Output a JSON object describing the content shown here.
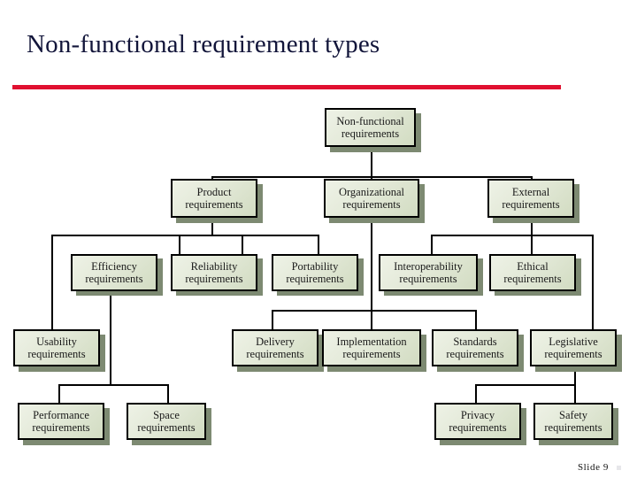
{
  "slide": {
    "title": "Non-functional requirement types",
    "footer_label": "Slide  9",
    "footer_bullet_icon": "square-bullet-icon",
    "accent_rule_color": "#e01030",
    "title_color": "#12153a",
    "node_fill_color": "#e3e9d8",
    "node_border_color": "#000000",
    "node_shadow_color": "#7d8a72",
    "connector_color": "#000000"
  },
  "chart_data": {
    "type": "tree",
    "title": "Non-functional requirement types",
    "root": "Non-functional requirements",
    "levels": 5,
    "edges": [
      [
        "Non-functional requirements",
        "Product requirements"
      ],
      [
        "Non-functional requirements",
        "Organizational requirements"
      ],
      [
        "Non-functional requirements",
        "External requirements"
      ],
      [
        "Product requirements",
        "Efficiency requirements"
      ],
      [
        "Product requirements",
        "Reliability requirements"
      ],
      [
        "Product requirements",
        "Portability requirements"
      ],
      [
        "Product requirements",
        "Usability requirements"
      ],
      [
        "Efficiency requirements",
        "Performance requirements"
      ],
      [
        "Efficiency requirements",
        "Space requirements"
      ],
      [
        "Organizational requirements",
        "Delivery requirements"
      ],
      [
        "Organizational requirements",
        "Implementation requirements"
      ],
      [
        "Organizational requirements",
        "Standards requirements"
      ],
      [
        "External requirements",
        "Interoperability requirements"
      ],
      [
        "External requirements",
        "Ethical requirements"
      ],
      [
        "External requirements",
        "Legislative requirements"
      ],
      [
        "Legislative requirements",
        "Privacy requirements"
      ],
      [
        "Legislative requirements",
        "Safety requirements"
      ]
    ]
  },
  "nodes": {
    "root": {
      "line1": "Non-functional",
      "line2": "requirements"
    },
    "product": {
      "line1": "Product",
      "line2": "requirements"
    },
    "organizational": {
      "line1": "Organizational",
      "line2": "requirements"
    },
    "external": {
      "line1": "External",
      "line2": "requirements"
    },
    "efficiency": {
      "line1": "Efficiency",
      "line2": "requirements"
    },
    "reliability": {
      "line1": "Reliability",
      "line2": "requirements"
    },
    "portability": {
      "line1": "Portability",
      "line2": "requirements"
    },
    "interoperability": {
      "line1": "Interoperability",
      "line2": "requirements"
    },
    "ethical": {
      "line1": "Ethical",
      "line2": "requirements"
    },
    "usability": {
      "line1": "Usability",
      "line2": "requirements"
    },
    "delivery": {
      "line1": "Delivery",
      "line2": "requirements"
    },
    "implementation": {
      "line1": "Implementation",
      "line2": "requirements"
    },
    "standards": {
      "line1": "Standards",
      "line2": "requirements"
    },
    "legislative": {
      "line1": "Legislative",
      "line2": "requirements"
    },
    "performance": {
      "line1": "Performance",
      "line2": "requirements"
    },
    "space": {
      "line1": "Space",
      "line2": "requirements"
    },
    "privacy": {
      "line1": "Privacy",
      "line2": "requirements"
    },
    "safety": {
      "line1": "Safety",
      "line2": "requirements"
    }
  }
}
